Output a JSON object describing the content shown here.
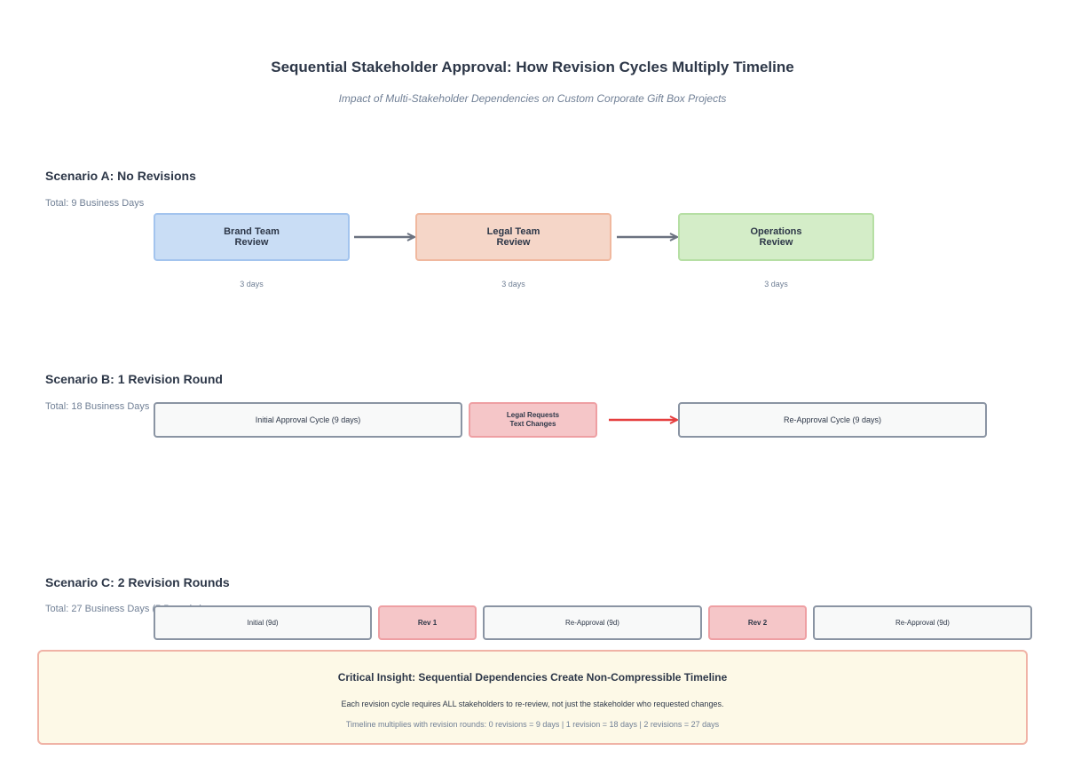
{
  "header": {
    "title": "Sequential Stakeholder Approval: How Revision Cycles Multiply Timeline",
    "subtitle": "Impact of Multi-Stakeholder Dependencies on Custom Corporate Gift Box Projects"
  },
  "scenario_a": {
    "title": "Scenario A: No Revisions",
    "total": "Total: 9 Business Days",
    "stages": [
      {
        "label": "Brand Team\nReview",
        "days": "3 days"
      },
      {
        "label": "Legal Team\nReview",
        "days": "3 days"
      },
      {
        "label": "Operations\nReview",
        "days": "3 days"
      }
    ]
  },
  "scenario_b": {
    "title": "Scenario B: 1 Revision Round",
    "total": "Total: 18 Business Days",
    "initial": "Initial Approval Cycle (9 days)",
    "revision": "Legal Requests\nText Changes",
    "reapproval": "Re-Approval Cycle (9 days)"
  },
  "scenario_c": {
    "title": "Scenario C: 2 Revision Rounds",
    "total": "Total: 27 Business Days (5.5 weeks)",
    "blocks": [
      {
        "label": "Initial (9d)",
        "kind": "cycle"
      },
      {
        "label": "Rev 1",
        "kind": "revision"
      },
      {
        "label": "Re-Approval (9d)",
        "kind": "cycle"
      },
      {
        "label": "Rev 2",
        "kind": "revision"
      },
      {
        "label": "Re-Approval (9d)",
        "kind": "cycle"
      }
    ]
  },
  "insight": {
    "title": "Critical Insight: Sequential Dependencies Create Non-Compressible Timeline",
    "text": "Each revision cycle requires ALL stakeholders to re-review, not just the stakeholder who requested changes.",
    "summary": "Timeline multiplies with revision rounds: 0 revisions = 9 days | 1 revision = 18 days | 2 revisions = 27 days"
  },
  "colors": {
    "brand": "#c9ddf5",
    "legal": "#f5d6c8",
    "operations": "#d4edc8",
    "revision": "#f5c6c8",
    "flow_arrow": "#6b7280",
    "revision_arrow": "#e53e3e"
  }
}
